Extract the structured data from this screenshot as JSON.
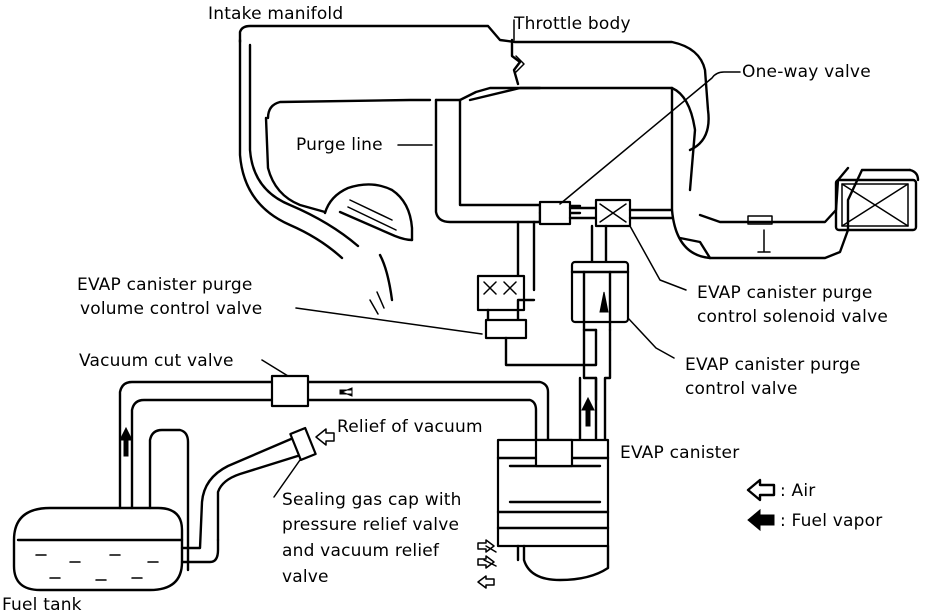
{
  "labels": {
    "intake_manifold": "Intake manifold",
    "throttle_body": "Throttle body",
    "one_way_valve": "One-way valve",
    "purge_line": "Purge line",
    "purge_solenoid_1": "EVAP canister purge",
    "purge_solenoid_2": "control solenoid valve",
    "purge_volume_1": "EVAP canister purge",
    "purge_volume_2": "volume control valve",
    "vacuum_cut_valve": "Vacuum cut valve",
    "purge_control_1": "EVAP canister purge",
    "purge_control_2": "control valve",
    "relief_of_vacuum": "Relief of vacuum",
    "evap_canister": "EVAP canister",
    "gas_cap_1": "Sealing gas cap with",
    "gas_cap_2": "pressure relief valve",
    "gas_cap_3": "and vacuum relief",
    "gas_cap_4": "valve",
    "fuel_tank": "Fuel tank"
  },
  "legend": {
    "air": ": Air",
    "fuel_vapor": ": Fuel vapor",
    "air_icon": "hollow-arrow-icon",
    "fuel_vapor_icon": "solid-arrow-icon"
  }
}
